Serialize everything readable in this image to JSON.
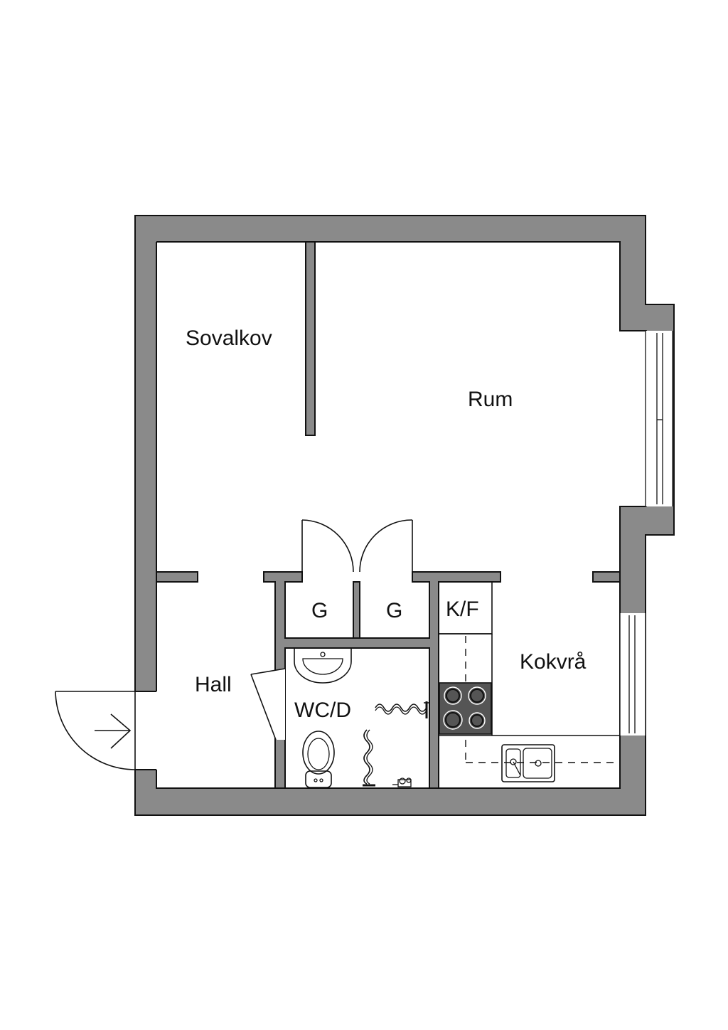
{
  "plan": {
    "rooms": {
      "sovalkov": "Sovalkov",
      "rum": "Rum",
      "hall": "Hall",
      "wcd": "WC/D",
      "kokvra": "Kokvrå",
      "closet_1": "G",
      "closet_2": "G",
      "fridge": "K/F"
    },
    "colors": {
      "wall": "#8a8a8a",
      "line": "#111111",
      "stove": "#555555",
      "background": "#ffffff"
    },
    "icons": {
      "entrance": "arrow-right-icon",
      "stove": "stove-icon",
      "sink": "kitchen-sink-icon",
      "toilet": "toilet-icon",
      "washbasin": "washbasin-icon",
      "towel_rail": "towel-rail-icon",
      "shower": "shower-icon"
    }
  }
}
